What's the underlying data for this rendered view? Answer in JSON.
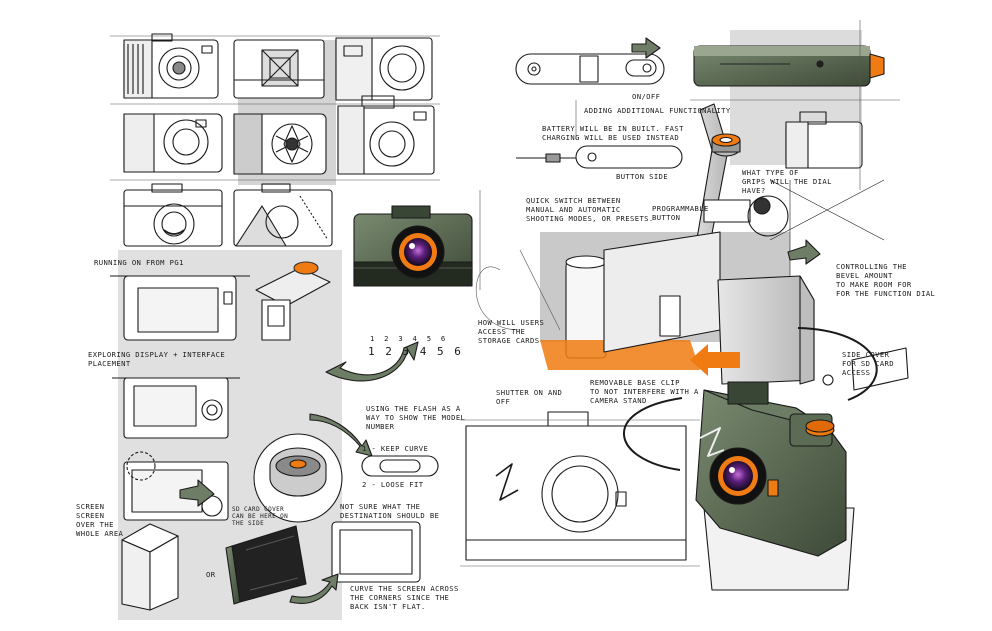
{
  "notes": {
    "on_off": "ON/OFF",
    "adding_functionality": "ADDING ADDITIONAL FUNCTIONALITY",
    "battery": "BATTERY WILL BE IN BUILT. FAST\nCHARGING WILL BE USED INSTEAD",
    "button_side": "BUTTON SIDE",
    "what_type": "WHAT TYPE OF\nGRIPS WILL THE DIAL\nHAVE?",
    "quick_switch": "QUICK SWITCH BETWEEN\nMANUAL AND AUTOMATIC\nSHOOTING MODES, OR PRESETS.",
    "programmable": "PROGRAMMABLE\nBUTTON",
    "controlling_bevel": "CONTROLLING THE\nBEVEL AMOUNT\nTO MAKE ROOM FOR\nFOR THE FUNCTION DIAL",
    "running_on": "RUNNING ON FROM PG1",
    "how_will_users": "HOW WILL USERS\nACCESS THE\nSTORAGE CARDS",
    "side_cover": "SIDE COVER\nFOR SD CARD\nACCESS",
    "exploring": "EXPLORING DISPLAY + INTERFACE\nPLACEMENT",
    "shutter_on": "SHUTTER ON AND\nOFF",
    "removable_base": "REMOVABLE BASE CLIP\nTO NOT INTERFERE WITH A\nCAMERA STAND",
    "flash_note": "USING THE FLASH AS A\nWAY TO SHOW THE MODEL\nNUMBER",
    "keep_curve": "1 - KEEP CURVE",
    "loose_fit": "2 - LOOSE FIT",
    "screen_over": "SCREEN\nSCREEN\nOVER THE\nWHOLE AREA",
    "sd_card": "SD CARD COVER\nCAN BE HERE ON\nTHE SIDE",
    "not_sure": "NOT SURE WHAT THE\nDESTINATION SHOULD BE",
    "curve_screen": "CURVE THE SCREEN ACROSS\nTHE CORNERS SINCE THE\nBACK ISN'T FLAT.",
    "or": "OR",
    "numbers": "1  2  3  4  5  6",
    "digits": "1 2 3 4 5 6"
  },
  "colors": {
    "ink": "#1a1a1a",
    "body_green": "#5b6b54",
    "body_dark": "#2f3a2c",
    "accent_orange": "#f07b12",
    "lens_purple": "#5a1f7a",
    "shade_gray": "#cfcfcf"
  }
}
